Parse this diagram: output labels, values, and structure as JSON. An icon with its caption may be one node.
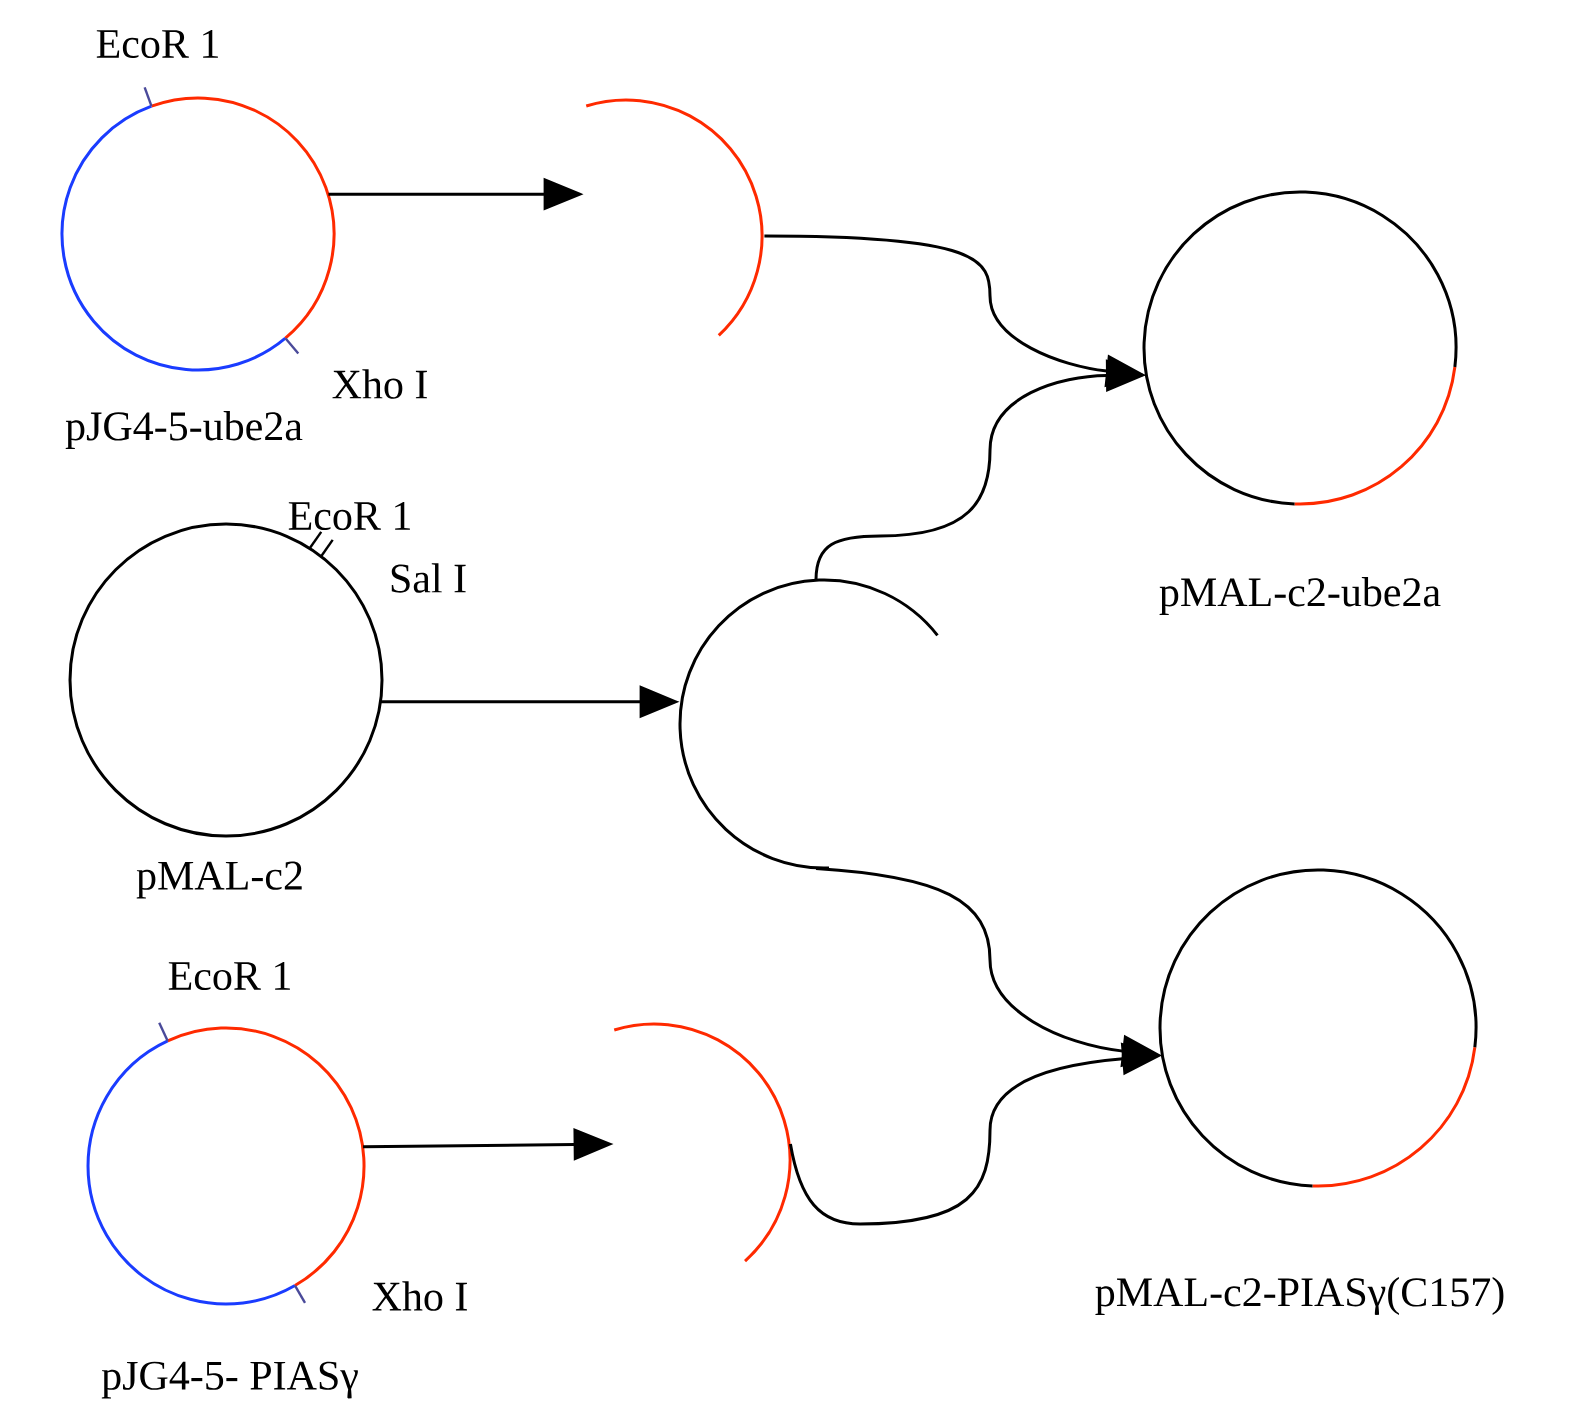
{
  "diagram": {
    "nodes": [
      {
        "text": [
          "EcoR 1",
          "Xho I",
          "pJG4-5-ube2a"
        ]
      },
      {
        "text": [
          "pMAL-c2"
        ],
        "beside": [
          "EcoR 1",
          "Sal I"
        ]
      },
      {
        "text": [
          "EcoR 1",
          "Xho I",
          "pJG4-5- PIASγ"
        ]
      },
      {
        "text": [],
        "shape": "arc"
      },
      {
        "text": [],
        "shape": "arc"
      },
      {
        "text": [],
        "shape": "arc"
      },
      {
        "text": [
          "pMAL-c2-ube2a"
        ]
      },
      {
        "text": [
          "pMAL-c2-PIASγ(C157)"
        ]
      }
    ],
    "edges": [
      {
        "from": 0,
        "to": 3,
        "arrow": "to"
      },
      {
        "from": 1,
        "to": 4,
        "arrow": "to"
      },
      {
        "from": 2,
        "to": 5,
        "arrow": "to"
      },
      {
        "from": 3,
        "to": 6,
        "arrow": "to"
      },
      {
        "from": 4,
        "to": 6,
        "arrow": "to"
      },
      {
        "from": 4,
        "to": 7,
        "arrow": "to"
      },
      {
        "from": 5,
        "to": 7,
        "arrow": "to"
      }
    ]
  }
}
